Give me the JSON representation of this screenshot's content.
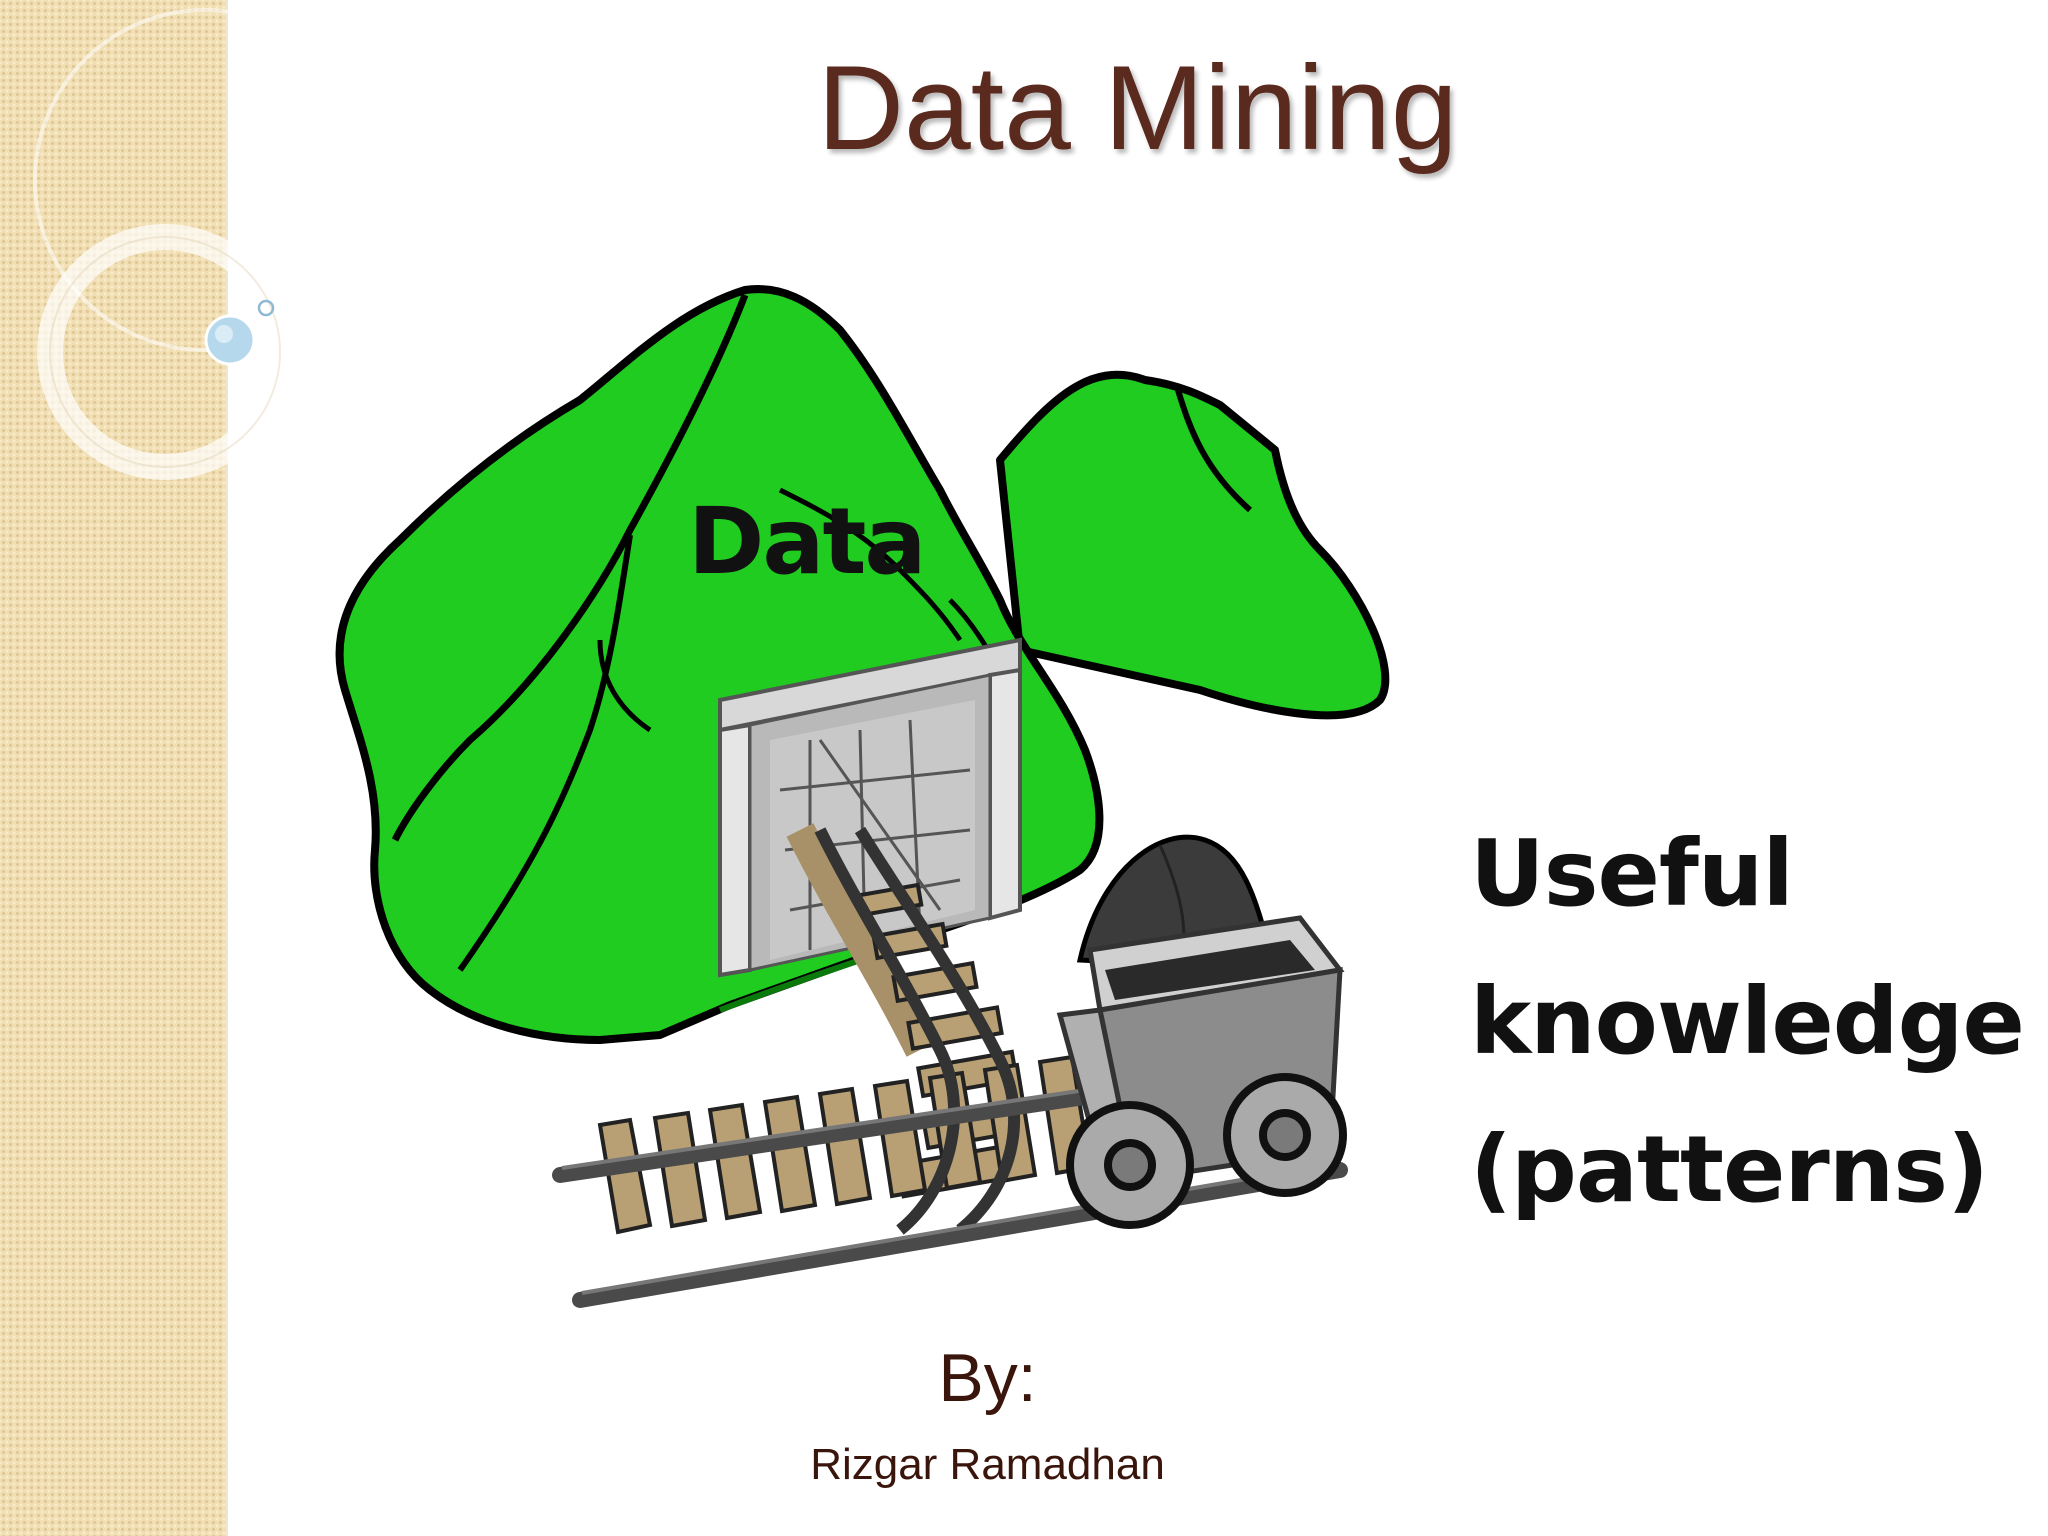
{
  "slide": {
    "title": "Data Mining",
    "mountain_label": "Data",
    "knowledge_lines": [
      "Useful",
      "knowledge",
      "(patterns)"
    ],
    "by_label": "By:",
    "author": "Rizgar Ramadhan"
  },
  "colors": {
    "title": "#5b2a1e",
    "band": "#f1deb2",
    "mountain": "#1fcc1f",
    "outline": "#000000"
  }
}
